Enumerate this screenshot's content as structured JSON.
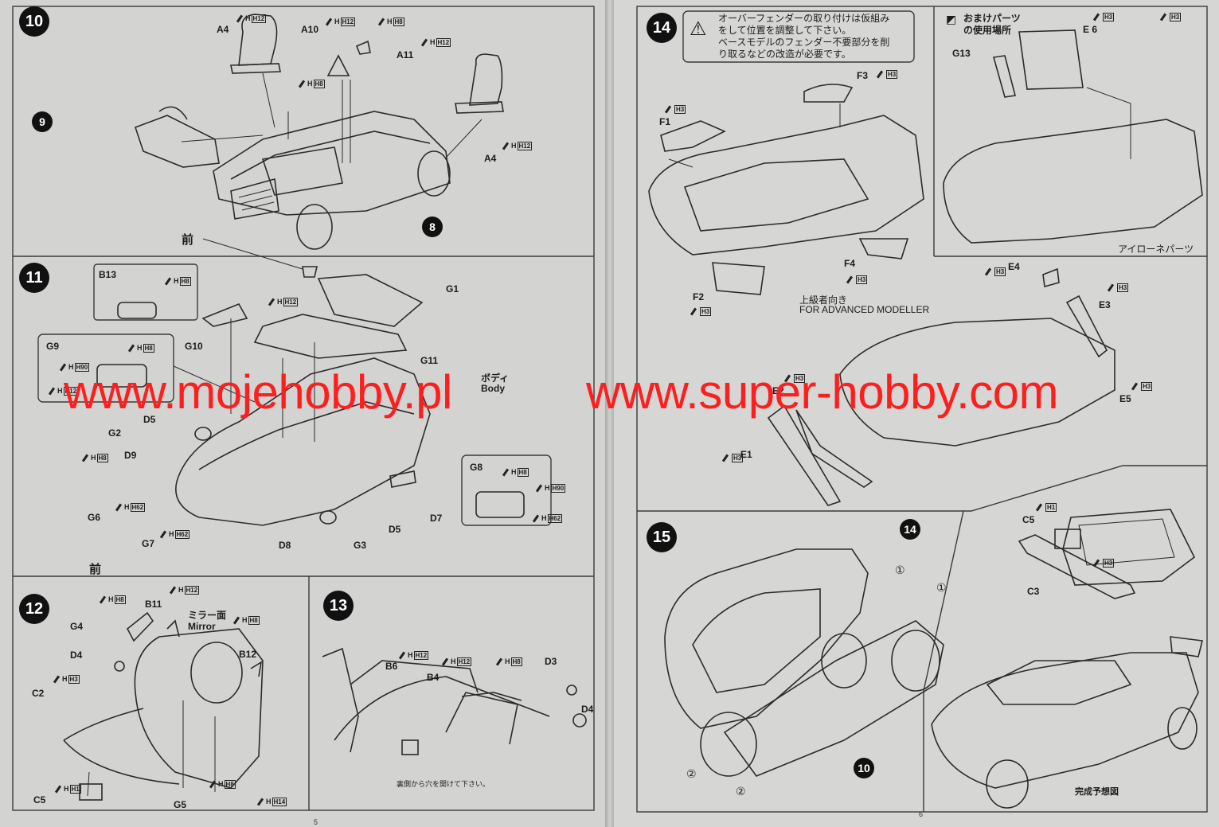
{
  "steps": {
    "s10": {
      "number": "10",
      "labels": {
        "a4_top": "A4",
        "a10": "A10",
        "a11": "A11",
        "a4_side": "A4",
        "ref9": "9",
        "ref8": "8",
        "front": "前"
      },
      "paints": [
        {
          "code": "H12"
        },
        {
          "code": "H12"
        },
        {
          "code": "H8"
        },
        {
          "code": "H12"
        },
        {
          "code": "H8"
        },
        {
          "code": "H12"
        }
      ]
    },
    "s11": {
      "number": "11",
      "labels": {
        "b13": "B13",
        "g1": "G1",
        "g10": "G10",
        "g11": "G11",
        "g9": "G9",
        "body_jp": "ボディ",
        "body_en": "Body",
        "d5_top": "D5",
        "g2": "G2",
        "d9": "D9",
        "g6": "G6",
        "g7": "G7",
        "d8": "D8",
        "g3": "G3",
        "d5_bottom": "D5",
        "d7": "D7",
        "g8": "G8",
        "front": "前"
      },
      "paints": [
        {
          "code": "H8"
        },
        {
          "code": "H12"
        },
        {
          "code": "H8"
        },
        {
          "code": "H90"
        },
        {
          "code": "H12"
        },
        {
          "code": "H8"
        },
        {
          "code": "H62"
        },
        {
          "code": "H62"
        },
        {
          "code": "H8"
        },
        {
          "code": "H90"
        },
        {
          "code": "H62"
        }
      ]
    },
    "s12": {
      "number": "12",
      "labels": {
        "b11": "B11",
        "mirror_jp": "ミラー面",
        "mirror_en": "Mirror",
        "g4": "G4",
        "d4": "D4",
        "b12": "B12",
        "c2": "C2",
        "g5": "G5",
        "c5": "C5"
      },
      "paints": [
        {
          "code": "H8"
        },
        {
          "code": "H12"
        },
        {
          "code": "H8"
        },
        {
          "code": "H3"
        },
        {
          "code": "H8"
        },
        {
          "code": "H14"
        },
        {
          "code": "H1"
        }
      ]
    },
    "s13": {
      "number": "13",
      "labels": {
        "b6": "B6",
        "b4": "B4",
        "d3": "D3",
        "d4": "D4",
        "hole_note": "裏側から穴を開けて下さい。"
      },
      "paints": [
        {
          "code": "H12"
        },
        {
          "code": "H12"
        },
        {
          "code": "H8"
        }
      ]
    },
    "s14": {
      "number": "14",
      "warning": "オーバーフェンダーの取り付けは仮組み\nをして位置を調整して下さい。\nベースモデルのフェンダー不要部分を削\nり取るなどの改造が必要です。",
      "bonus": "おまけパーツ\nの使用場所",
      "bonus_paint": "H3",
      "labels": {
        "e6": "E 6",
        "g13": "G13",
        "f3": "F3",
        "f1": "F1",
        "f4": "F4",
        "f2": "F2",
        "advanced_jp": "上級者向き",
        "advanced_en": "FOR ADVANCED MODELLER",
        "ailerone": "アイローネパーツ",
        "e4": "E4",
        "e3": "E3",
        "e2": "E2",
        "e5": "E5",
        "e1": "E1"
      },
      "paints": [
        {
          "code": "H3"
        },
        {
          "code": "H3"
        },
        {
          "code": "H3"
        },
        {
          "code": "H3"
        },
        {
          "code": "H3"
        },
        {
          "code": "H3"
        },
        {
          "code": "H3"
        },
        {
          "code": "H3"
        },
        {
          "code": "H3"
        },
        {
          "code": "H3"
        }
      ]
    },
    "s15": {
      "number": "15",
      "labels": {
        "ref14": "14",
        "ref10": "10",
        "c5": "C5",
        "c3": "C3",
        "one_a": "①",
        "one_b": "①",
        "two_a": "②",
        "two_b": "②",
        "complete": "完成予想図"
      },
      "paints": [
        {
          "code": "H1"
        },
        {
          "code": "H3"
        }
      ]
    }
  },
  "watermark": {
    "left": "www.mojehobby.pl",
    "right": "www.super-hobby.com"
  },
  "page_numbers": {
    "left": "5",
    "right": "6"
  }
}
